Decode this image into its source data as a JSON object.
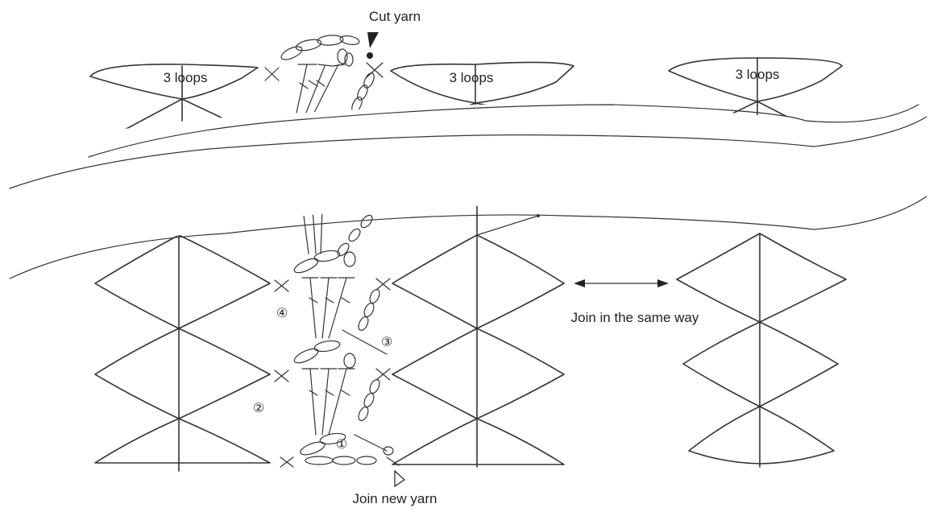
{
  "labels": {
    "cut_yarn": "Cut yarn",
    "loops": [
      "3 loops",
      "3 loops",
      "3 loops"
    ],
    "join_same_way": "Join in the same way",
    "join_new_yarn": "Join new yarn"
  },
  "steps": [
    "①",
    "②",
    "③",
    "④"
  ]
}
